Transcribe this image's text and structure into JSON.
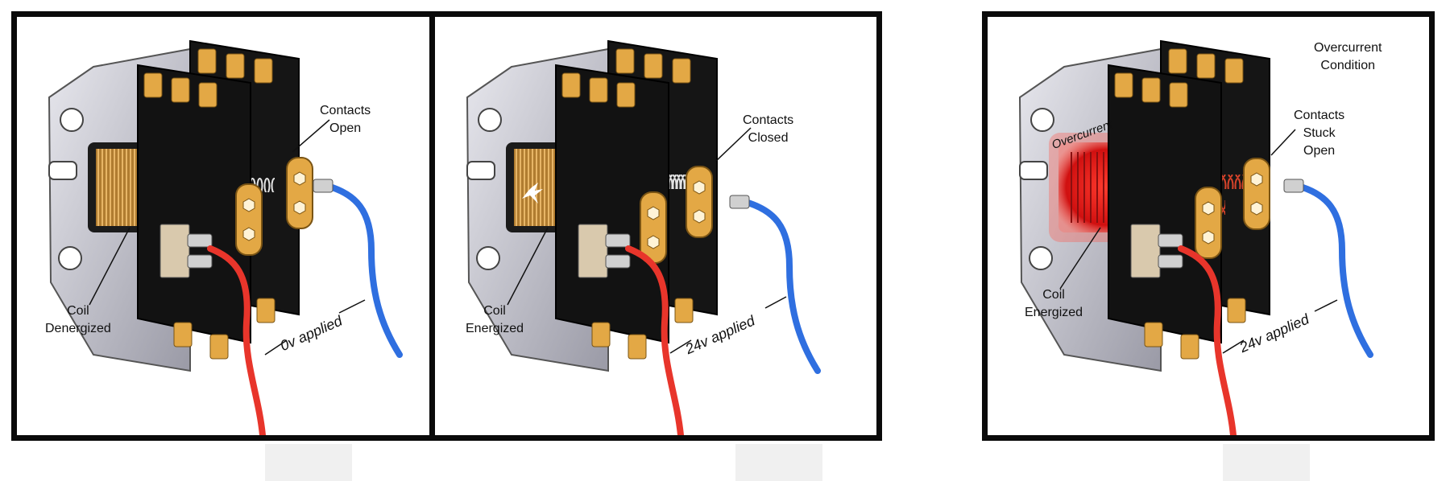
{
  "panels": [
    {
      "coil": [
        "Coil",
        "Denergized"
      ],
      "contacts": [
        "Contacts",
        "Open"
      ],
      "applied": "0v applied",
      "state": "open",
      "overcurrent_label": "",
      "condition": []
    },
    {
      "coil": [
        "Coil",
        "Energized"
      ],
      "contacts": [
        "Contacts",
        "Closed"
      ],
      "applied": "24v applied",
      "state": "closed",
      "overcurrent_label": "",
      "condition": []
    },
    {
      "coil": [
        "Coil",
        "Energized"
      ],
      "contacts": [
        "Contacts",
        "Stuck",
        "Open"
      ],
      "applied": "24v applied",
      "state": "stuck",
      "overcurrent_label": "Overcurrent",
      "condition": [
        "Overcurrent",
        "Condition"
      ]
    }
  ],
  "colors": {
    "frame": "#0a0a0a",
    "housing": "#161616",
    "bracket": "#c9c9d2",
    "coil_winding": "#c08a3a",
    "coil_overheat": "#e01818",
    "terminal_brass": "#e3a845",
    "wire_red": "#e8352b",
    "wire_blue": "#2f6fe0",
    "spring": "#d8d8d8",
    "spring_hot": "#d9432a"
  }
}
